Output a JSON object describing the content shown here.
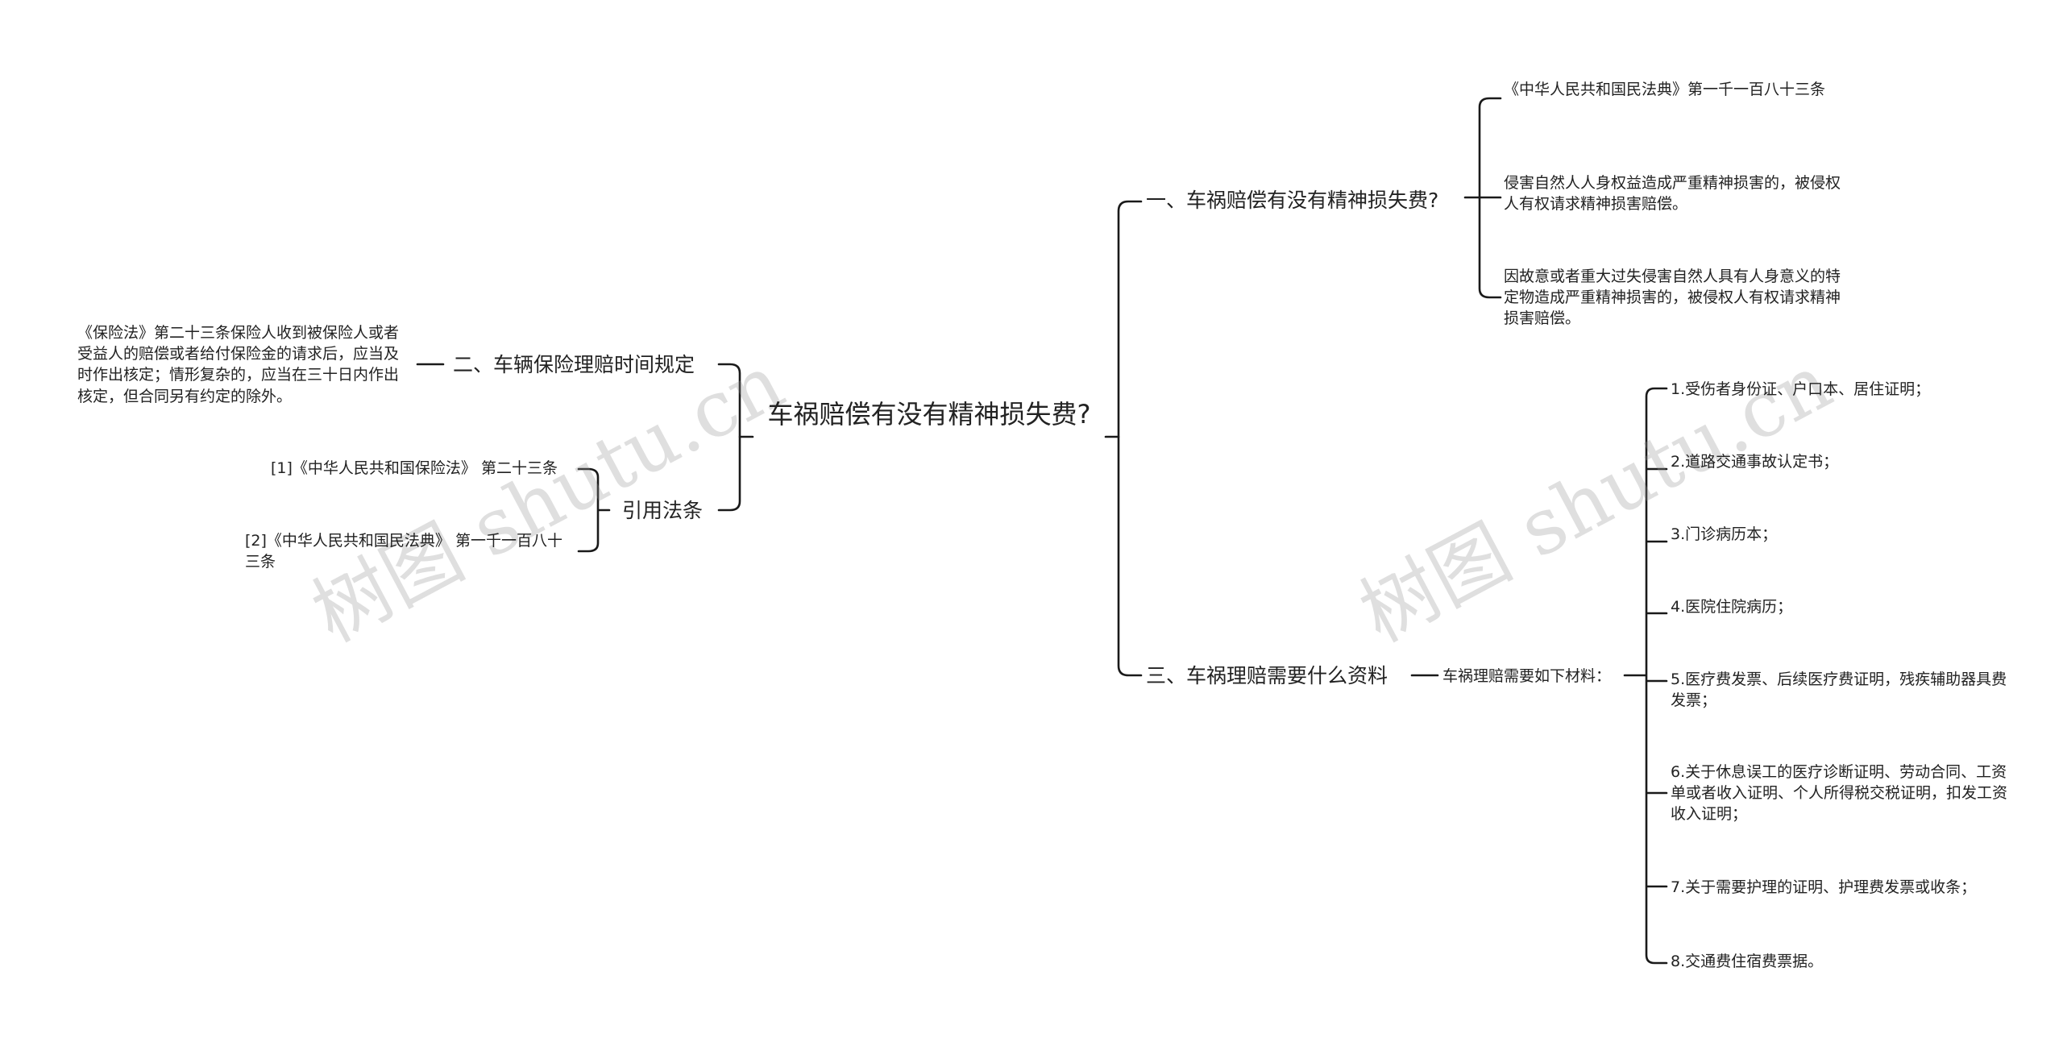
{
  "watermark": "树图 shutu.cn",
  "root": "车祸赔偿有没有精神损失费?",
  "branch1": {
    "label": "一、车祸赔偿有没有精神损失费?",
    "children": [
      "《中华人民共和国民法典》第一千一百八十三条",
      "侵害自然人人身权益造成严重精神损害的，被侵权人有权请求精神损害赔偿。",
      "因故意或者重大过失侵害自然人具有人身意义的特定物造成严重精神损害的，被侵权人有权请求精神损害赔偿。"
    ]
  },
  "branch2": {
    "label": "二、车辆保险理赔时间规定",
    "child": "《保险法》第二十三条保险人收到被保险人或者受益人的赔偿或者给付保险金的请求后，应当及时作出核定；情形复杂的，应当在三十日内作出核定，但合同另有约定的除外。"
  },
  "branch3": {
    "label": "三、车祸理赔需要什么资料",
    "mid": "车祸理赔需要如下材料：",
    "children": [
      "1.受伤者身份证、户口本、居住证明；",
      "2.道路交通事故认定书；",
      "3.门诊病历本；",
      "4.医院住院病历；",
      "5.医疗费发票、后续医疗费证明，残疾辅助器具费发票；",
      "6.关于休息误工的医疗诊断证明、劳动合同、工资单或者收入证明、个人所得税交税证明，扣发工资收入证明；",
      "7.关于需要护理的证明、护理费发票或收条；",
      "8.交通费住宿费票据。"
    ]
  },
  "branch4": {
    "label": "引用法条",
    "children": [
      "[1]《中华人民共和国保险法》 第二十三条",
      "[2]《中华人民共和国民法典》 第一千一百八十三条"
    ]
  }
}
